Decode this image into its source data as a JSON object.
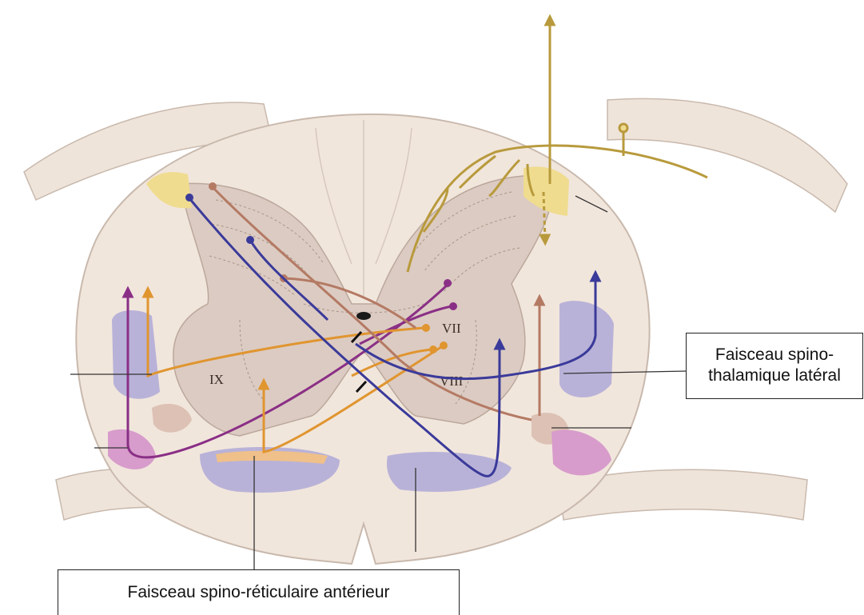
{
  "labels": {
    "lateral_tract_line1": "Faisceau spino-",
    "lateral_tract_line2": "thalamique latéral",
    "anterior_tract": "Faisceau spino-réticulaire antérieur"
  },
  "laminae": {
    "vii": "VII",
    "viii": "VIII",
    "ix": "IX"
  },
  "colors": {
    "background": "#ffffff",
    "white_matter": "#f1e6dc",
    "gray_matter": "#dccbc2",
    "tract_blue": "#b9b2d8",
    "tract_pink": "#d79ccb",
    "substantia_gelatinosa": "#efdc8f",
    "root_olive": "#b89a3c",
    "fiber_purple": "#8a2f86",
    "fiber_orange": "#e0952f",
    "fiber_brown": "#b47a64",
    "fiber_blue": "#3a3a9a"
  }
}
